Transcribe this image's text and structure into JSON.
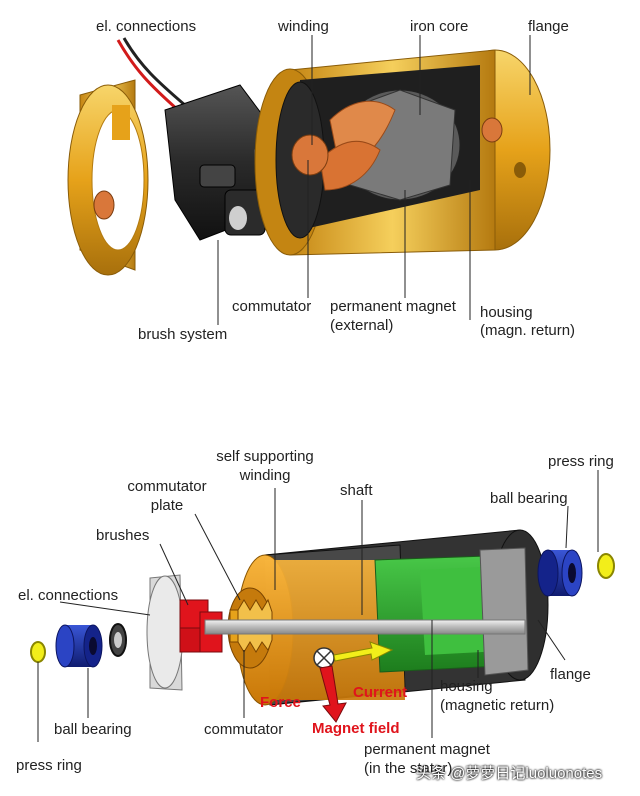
{
  "top": {
    "labels": {
      "el_connections": "el. connections",
      "winding": "winding",
      "iron_core": "iron core",
      "flange": "flange",
      "commutator": "commutator",
      "brush_system": "brush system",
      "permanent_magnet_1": "permanent magnet",
      "permanent_magnet_2": "(external)",
      "housing_1": "housing",
      "housing_2": "(magn. return)"
    }
  },
  "bottom": {
    "labels": {
      "self_supporting_1": "self supporting",
      "self_supporting_2": "winding",
      "press_ring_right": "press ring",
      "commutator_plate_1": "commutator",
      "commutator_plate_2": "plate",
      "shaft": "shaft",
      "ball_bearing_right": "ball bearing",
      "brushes": "brushes",
      "el_connections": "el. connections",
      "flange": "flange",
      "force": "Force",
      "current": "Current",
      "housing_1": "housing",
      "housing_2": "(magnetic return)",
      "ball_bearing_left": "ball bearing",
      "commutator": "commutator",
      "magnet_field": "Magnet field",
      "permanent_magnet_1": "permanent magnet",
      "permanent_magnet_2": "(in the stator)",
      "press_ring_left": "press ring"
    }
  },
  "watermark": "头条 @萝萝日记luoluonotes",
  "colors": {
    "gold": "#e6a21a",
    "green": "#2fae2f",
    "blue": "#1a2c9e",
    "red": "#e0141c",
    "yellow": "#f2ee1a",
    "copper": "#d9773a",
    "dark": "#2a2a2a"
  }
}
